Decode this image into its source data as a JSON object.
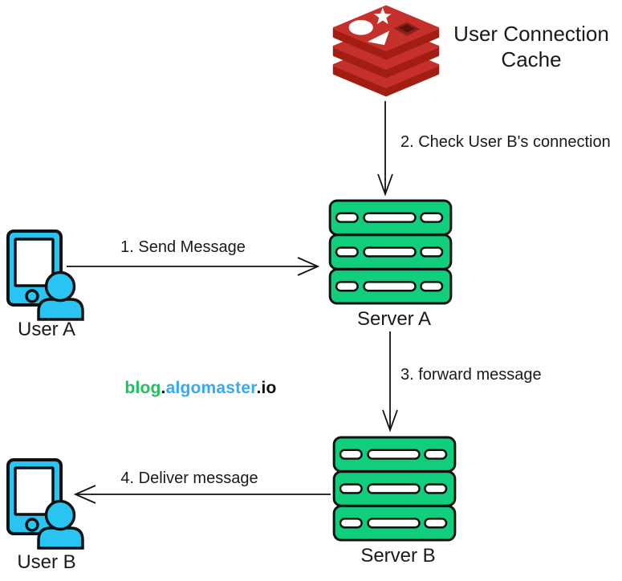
{
  "nodes": {
    "cache": {
      "label": "User Connection Cache",
      "icon": "redis-database-icon",
      "color": "#c5302b"
    },
    "server_a": {
      "label": "Server A",
      "icon": "server-stack-icon",
      "color": "#11ce7d"
    },
    "server_b": {
      "label": "Server B",
      "icon": "server-stack-icon",
      "color": "#11ce7d"
    },
    "user_a": {
      "label": "User A",
      "icon": "mobile-user-icon",
      "color": "#29c4f2"
    },
    "user_b": {
      "label": "User B",
      "icon": "mobile-user-icon",
      "color": "#29c4f2"
    }
  },
  "edges": [
    {
      "label": "1. Send Message",
      "from": "user_a",
      "to": "server_a",
      "direction": "right"
    },
    {
      "label": "2. Check User B's connection",
      "from": "cache",
      "to": "server_a",
      "direction": "down"
    },
    {
      "label": "3. forward message",
      "from": "server_a",
      "to": "server_b",
      "direction": "down"
    },
    {
      "label": "4. Deliver message",
      "from": "server_b",
      "to": "user_b",
      "direction": "left"
    }
  ],
  "watermark": {
    "segments": [
      {
        "text": "blog",
        "color": "#1fbf5f"
      },
      {
        "text": ".",
        "color": "#111111"
      },
      {
        "text": "algomaster",
        "color": "#38a9f2"
      },
      {
        "text": ".",
        "color": "#111111"
      },
      {
        "text": "io",
        "color": "#111111"
      }
    ]
  },
  "colors": {
    "background": "#ffffff",
    "stroke": "#111111",
    "server_green": "#11ce7d",
    "user_cyan": "#29c4f2",
    "redis_red": "#c5302b",
    "redis_dark_red": "#a21d12",
    "text": "#1a1a1a"
  }
}
